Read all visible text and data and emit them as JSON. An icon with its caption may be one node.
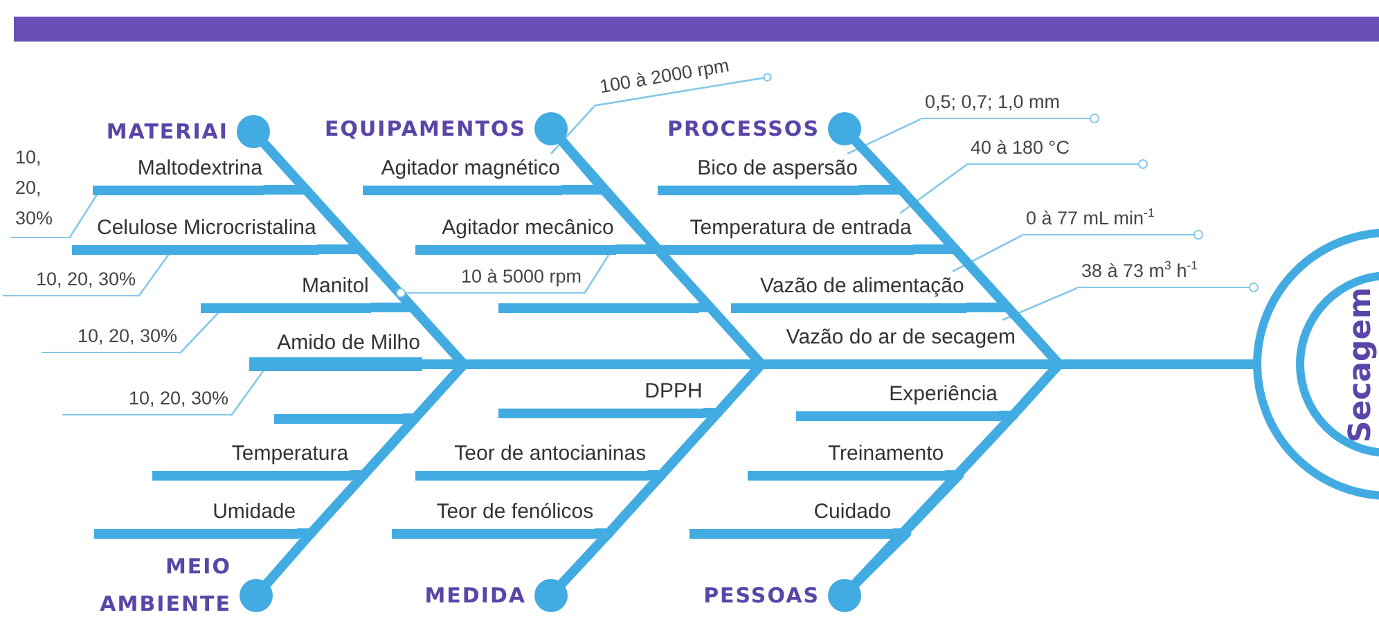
{
  "diagram": {
    "nodes": [
      {
        "text": [
          "Secagem"
        ]
      },
      {
        "text": [
          "MATERIAI"
        ]
      },
      {
        "text": [
          "EQUIPAMENTOS"
        ]
      },
      {
        "text": [
          "PROCESSOS"
        ]
      },
      {
        "text": [
          "MEIO AMBIENTE"
        ]
      },
      {
        "text": [
          "MEDIDA"
        ]
      },
      {
        "text": [
          "PESSOAS"
        ]
      },
      {
        "text": [
          "Maltodextrina"
        ]
      },
      {
        "text": [
          "Celulose Microcristalina"
        ]
      },
      {
        "text": [
          "Manitol"
        ]
      },
      {
        "text": [
          "Amido de Milho"
        ]
      },
      {
        "text": [
          "Agitador magnético"
        ]
      },
      {
        "text": [
          "Agitador mecânico"
        ]
      },
      {
        "text": [
          "Bico de aspersão"
        ]
      },
      {
        "text": [
          "Temperatura de entrada"
        ]
      },
      {
        "text": [
          "Vazão de alimentação"
        ]
      },
      {
        "text": [
          "Vazão do ar de secagem"
        ]
      },
      {
        "text": [
          "Temperatura"
        ]
      },
      {
        "text": [
          "Umidade"
        ]
      },
      {
        "text": [
          "DPPH"
        ]
      },
      {
        "text": [
          "Teor de antocianinas"
        ]
      },
      {
        "text": [
          "Teor de fenólicos"
        ]
      },
      {
        "text": [
          "Experiência"
        ]
      },
      {
        "text": [
          "Treinamento"
        ]
      },
      {
        "text": [
          "Cuidado"
        ]
      },
      {
        "text": [
          "10, 20, 30%"
        ]
      },
      {
        "text": [
          "10, 20, 30%"
        ]
      },
      {
        "text": [
          "10, 20, 30%"
        ]
      },
      {
        "text": [
          "10, 20, 30%"
        ]
      },
      {
        "text": [
          "100 à 2000 rpm"
        ]
      },
      {
        "text": [
          "10 à 5000 rpm"
        ]
      },
      {
        "text": [
          "0,5; 0,7; 1,0 mm"
        ]
      },
      {
        "text": [
          "40 à 180 °C"
        ]
      },
      {
        "text": [
          "0 à 77 mL min$^{-1}$"
        ]
      },
      {
        "text": [
          "38 à 73 m$^{3}$ h$^{-1}$"
        ]
      },
      {
        "text": [],
        "shape": "bar"
      },
      {
        "text": [],
        "shape": "bar"
      }
    ],
    "edges": [
      {
        "from": 1,
        "to": 0,
        "arrow": "none"
      },
      {
        "from": 2,
        "to": 0,
        "arrow": "none"
      },
      {
        "from": 3,
        "to": 0,
        "arrow": "none"
      },
      {
        "from": 4,
        "to": 0,
        "arrow": "none"
      },
      {
        "from": 5,
        "to": 0,
        "arrow": "none"
      },
      {
        "from": 6,
        "to": 0,
        "arrow": "none"
      },
      {
        "from": 7,
        "to": 1,
        "arrow": "none"
      },
      {
        "from": 8,
        "to": 1,
        "arrow": "none"
      },
      {
        "from": 9,
        "to": 1,
        "arrow": "none"
      },
      {
        "from": 10,
        "to": 1,
        "arrow": "none"
      },
      {
        "from": 11,
        "to": 2,
        "arrow": "none"
      },
      {
        "from": 12,
        "to": 2,
        "arrow": "none"
      },
      {
        "from": 13,
        "to": 3,
        "arrow": "none"
      },
      {
        "from": 14,
        "to": 3,
        "arrow": "none"
      },
      {
        "from": 15,
        "to": 3,
        "arrow": "none"
      },
      {
        "from": 16,
        "to": 3,
        "arrow": "none"
      },
      {
        "from": 17,
        "to": 4,
        "arrow": "none"
      },
      {
        "from": 18,
        "to": 4,
        "arrow": "none"
      },
      {
        "from": 19,
        "to": 5,
        "arrow": "none"
      },
      {
        "from": 20,
        "to": 5,
        "arrow": "none"
      },
      {
        "from": 21,
        "to": 5,
        "arrow": "none"
      },
      {
        "from": 22,
        "to": 6,
        "arrow": "none"
      },
      {
        "from": 23,
        "to": 6,
        "arrow": "none"
      },
      {
        "from": 24,
        "to": 6,
        "arrow": "none"
      },
      {
        "from": 25,
        "to": 7,
        "arrow": "none",
        "color": "#86c8ea"
      },
      {
        "from": 26,
        "to": 8,
        "arrow": "none",
        "color": "#86c8ea"
      },
      {
        "from": 27,
        "to": 9,
        "arrow": "none",
        "color": "#86c8ea"
      },
      {
        "from": 28,
        "to": 10,
        "arrow": "none",
        "color": "#86c8ea"
      },
      {
        "from": 29,
        "to": 11,
        "arrow": "none",
        "color": "#86c8ea"
      },
      {
        "from": 30,
        "to": 12,
        "arrow": "none",
        "color": "#86c8ea"
      },
      {
        "from": 31,
        "to": 13,
        "arrow": "none",
        "color": "#86c8ea"
      },
      {
        "from": 32,
        "to": 14,
        "arrow": "none",
        "color": "#86c8ea"
      },
      {
        "from": 33,
        "to": 15,
        "arrow": "none",
        "color": "#86c8ea"
      },
      {
        "from": 34,
        "to": 16,
        "arrow": "none",
        "color": "#86c8ea"
      },
      {
        "from": 35,
        "to": 2,
        "arrow": "none"
      },
      {
        "from": 36,
        "to": 4,
        "arrow": "none"
      }
    ]
  }
}
